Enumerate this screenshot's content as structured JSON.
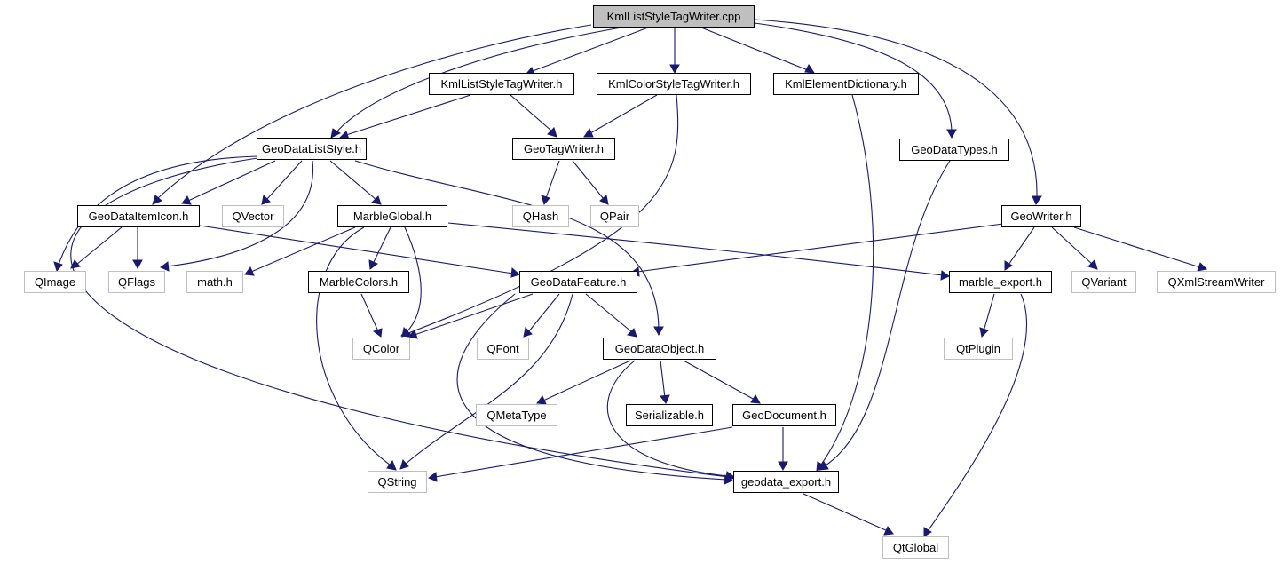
{
  "diagram": {
    "type": "include-dependency-graph",
    "edge_color": "#191970",
    "node_border_color": "#000000",
    "external_node_border_color": "#bfbfbf",
    "root_fill_color": "#bfbfbf",
    "nodes": {
      "kmlliststyletagwriter_cpp": "KmlListStyleTagWriter.cpp",
      "kmlliststyletagwriter_h": "KmlListStyleTagWriter.h",
      "kmlcolorstyletagwriter_h": "KmlColorStyleTagWriter.h",
      "kmlelementdictionary_h": "KmlElementDictionary.h",
      "geodataliststyle_h": "GeoDataListStyle.h",
      "geotagwriter_h": "GeoTagWriter.h",
      "geodatatypes_h": "GeoDataTypes.h",
      "geodataitemicon_h": "GeoDataItemIcon.h",
      "qvector": "QVector",
      "marbleglobal_h": "MarbleGlobal.h",
      "qhash": "QHash",
      "qpair": "QPair",
      "geowriter_h": "GeoWriter.h",
      "qimage": "QImage",
      "qflags": "QFlags",
      "math_h": "math.h",
      "marblecolors_h": "MarbleColors.h",
      "geodatafeature_h": "GeoDataFeature.h",
      "marble_export_h": "marble_export.h",
      "qvariant": "QVariant",
      "qxmlstreamwriter": "QXmlStreamWriter",
      "qcolor": "QColor",
      "qfont": "QFont",
      "geodataobject_h": "GeoDataObject.h",
      "qtplugin": "QtPlugin",
      "qmetatype": "QMetaType",
      "serializable_h": "Serializable.h",
      "geodocument_h": "GeoDocument.h",
      "qstring": "QString",
      "geodata_export_h": "geodata_export.h",
      "qtglobal": "QtGlobal"
    }
  }
}
